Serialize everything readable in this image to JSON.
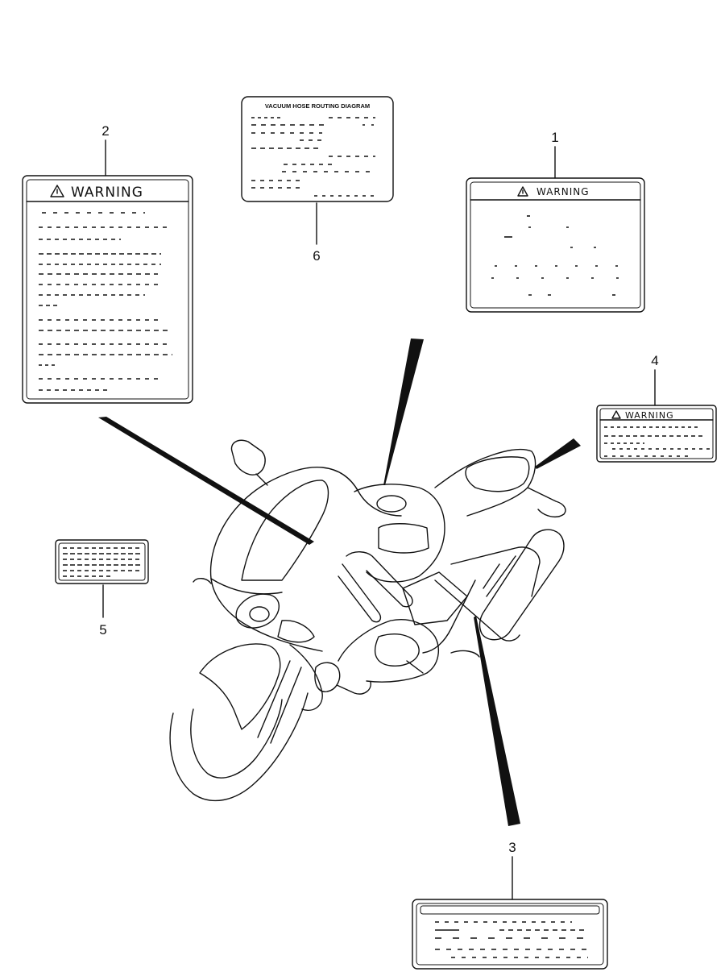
{
  "labels": [
    {
      "id": "1",
      "callout": "1",
      "header": "WARNING"
    },
    {
      "id": "2",
      "callout": "2",
      "header": "WARNING"
    },
    {
      "id": "3",
      "callout": "3"
    },
    {
      "id": "4",
      "callout": "4",
      "header": "WARNING"
    },
    {
      "id": "5",
      "callout": "5"
    },
    {
      "id": "6",
      "callout": "6",
      "header": "VACUUM HOSE ROUTING DIAGRAM"
    }
  ],
  "icons": {
    "warning": "warning-triangle-icon"
  },
  "colors": {
    "ink": "#111111",
    "paper": "#ffffff"
  }
}
